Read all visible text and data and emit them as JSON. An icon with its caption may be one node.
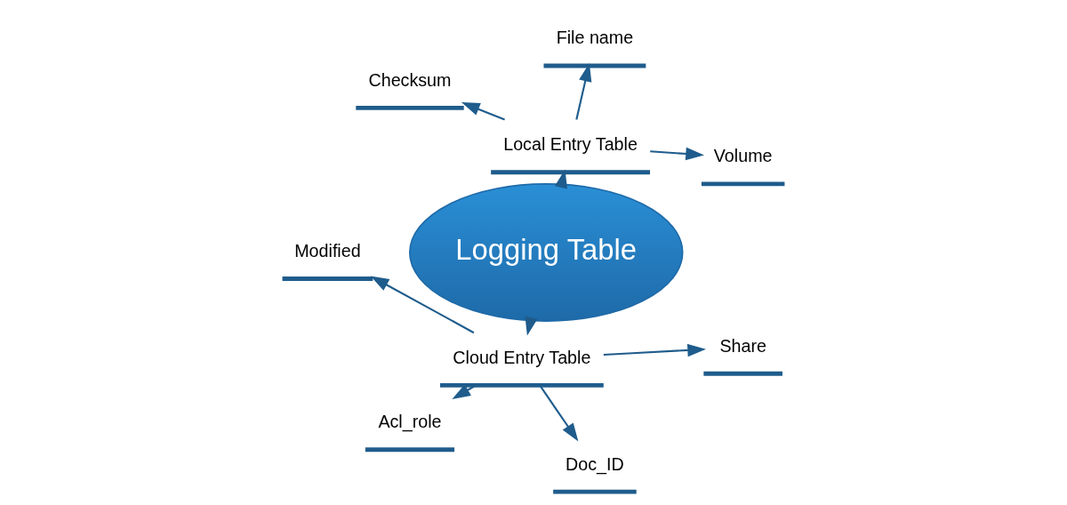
{
  "diagram": {
    "nodes": [
      {
        "text": [
          "Logging Table"
        ]
      },
      {
        "text": [
          "Local Entry Table"
        ]
      },
      {
        "text": [
          "Cloud Entry Table"
        ]
      },
      {
        "text": [
          "Volume"
        ]
      },
      {
        "text": [
          "File name"
        ]
      },
      {
        "text": [
          "Checksum"
        ]
      },
      {
        "text": [
          "Modified"
        ]
      },
      {
        "text": [
          "Acl_role"
        ]
      },
      {
        "text": [
          "Doc_ID"
        ]
      },
      {
        "text": [
          "Share"
        ]
      }
    ],
    "edges": [
      {
        "from": 0,
        "to": 1,
        "arrow": "to"
      },
      {
        "from": 0,
        "to": 2,
        "arrow": "to"
      },
      {
        "from": 1,
        "to": 3,
        "arrow": "to"
      },
      {
        "from": 1,
        "to": 4,
        "arrow": "to"
      },
      {
        "from": 1,
        "to": 5,
        "arrow": "to"
      },
      {
        "from": 2,
        "to": 6,
        "arrow": "to"
      },
      {
        "from": 2,
        "to": 7,
        "arrow": "to"
      },
      {
        "from": 2,
        "to": 8,
        "arrow": "to"
      },
      {
        "from": 2,
        "to": 9,
        "arrow": "to"
      }
    ]
  }
}
